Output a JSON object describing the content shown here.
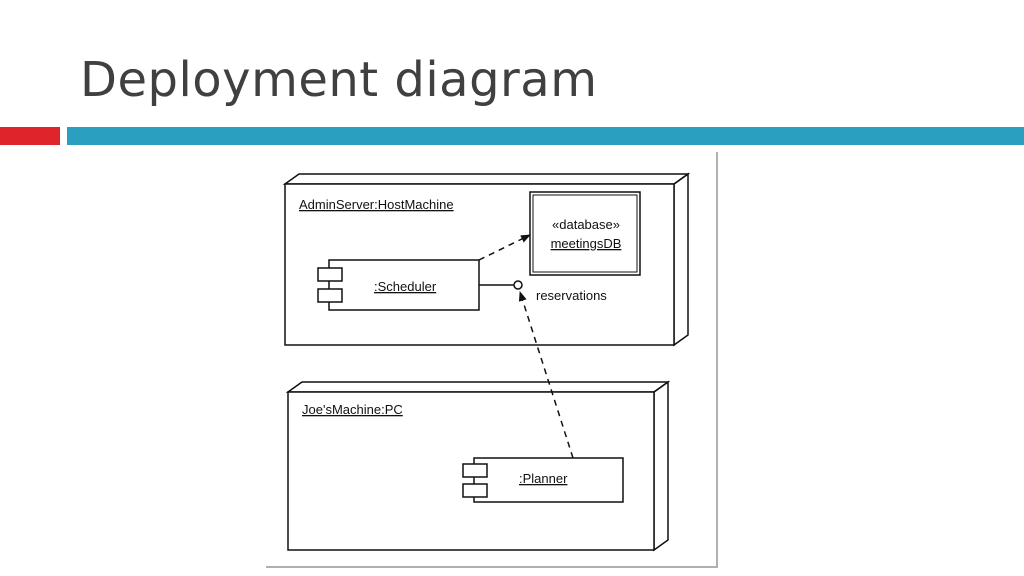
{
  "slide": {
    "title": "Deployment diagram",
    "accent_red": "#e0242b",
    "accent_teal": "#2a9fc0"
  },
  "diagram": {
    "node_admin": {
      "label": "AdminServer:HostMachine"
    },
    "node_joe": {
      "label": "Joe'sMachine:PC"
    },
    "database": {
      "stereotype": "«database»",
      "name": "meetingsDB"
    },
    "component_scheduler": {
      "label": ":Scheduler"
    },
    "component_planner": {
      "label": ":Planner"
    },
    "interface": {
      "label": "reservations"
    }
  }
}
